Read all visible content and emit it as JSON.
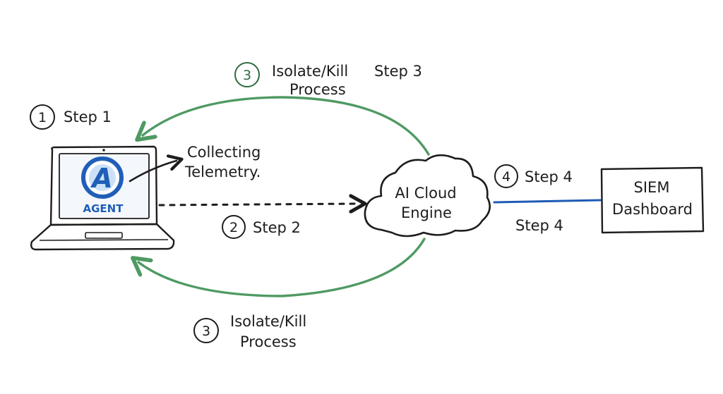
{
  "colors": {
    "ink": "#1d1d1d",
    "green_arrow": "#4f9a63",
    "green_circle": "#2f6b3f",
    "blue_line": "#1f5bb5",
    "agent_blue": "#1f5fb8",
    "agent_blue_light": "#6ea8e8",
    "screen_fill": "#f4f7fb"
  },
  "laptop": {
    "logo_letter": "A",
    "logo_text": "AGENT"
  },
  "step1": {
    "number": "1",
    "label": "Step 1"
  },
  "telemetry": {
    "line1": "Collecting",
    "line2": "Telemetry."
  },
  "step2": {
    "number": "2",
    "label": "Step 2"
  },
  "step3_top": {
    "number": "3",
    "line1": "Isolate/Kill",
    "line2": "Process",
    "step_label": "Step 3"
  },
  "step3_bottom": {
    "number": "3",
    "line1": "Isolate/Kill",
    "line2": "Process"
  },
  "cloud": {
    "line1": "AI Cloud",
    "line2": "Engine"
  },
  "step4": {
    "number": "4",
    "label_top": "Step 4",
    "label_bottom": "Step 4"
  },
  "siem": {
    "line1": "SIEM",
    "line2": "Dashboard"
  }
}
